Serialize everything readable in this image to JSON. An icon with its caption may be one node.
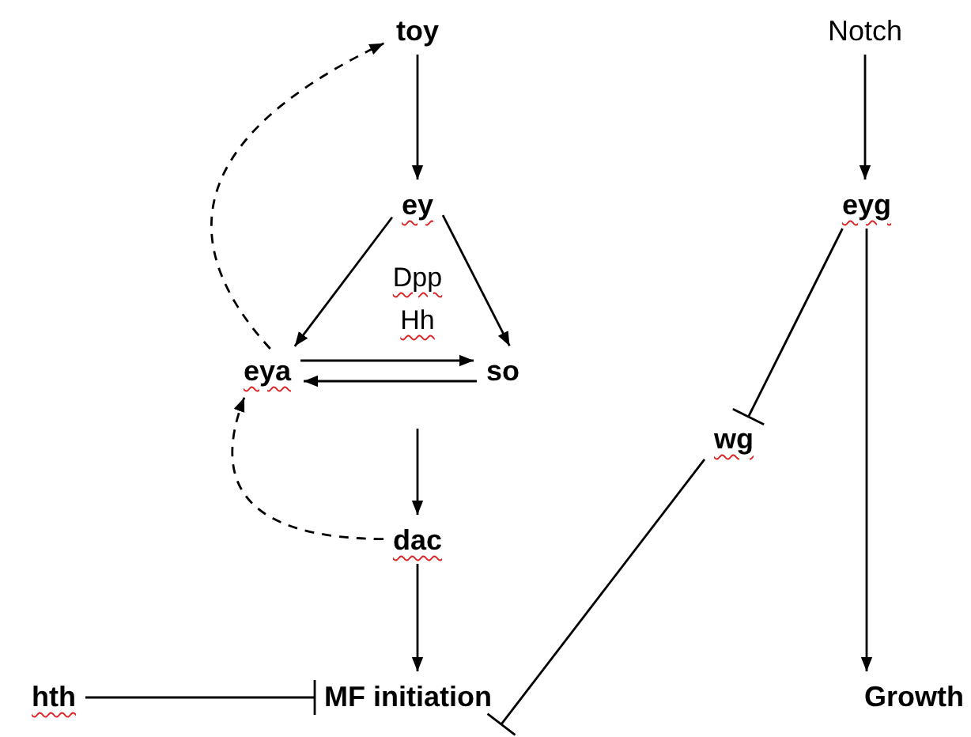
{
  "diagram": {
    "nodes": [
      {
        "text": [
          "toy"
        ]
      },
      {
        "text": [
          "ey"
        ]
      },
      {
        "text": [
          "eya"
        ]
      },
      {
        "text": [
          "so"
        ]
      },
      {
        "text": [
          "dac"
        ]
      },
      {
        "text": [
          "hth"
        ]
      },
      {
        "text": [
          "MF initiation"
        ]
      },
      {
        "text": [
          "Notch"
        ]
      },
      {
        "text": [
          "eyg"
        ]
      },
      {
        "text": [
          "wg"
        ]
      },
      {
        "text": [
          "Growth"
        ]
      }
    ],
    "edges": [
      {
        "from": 0,
        "to": 1,
        "arrow": "to"
      },
      {
        "from": 1,
        "to": 2,
        "arrow": "to"
      },
      {
        "from": 1,
        "to": 3,
        "arrow": "to"
      },
      {
        "from": 2,
        "to": 3,
        "arrow": "to"
      },
      {
        "from": 3,
        "to": 2,
        "arrow": "to"
      },
      {
        "from": 2,
        "to": 0,
        "arrow": "to",
        "style": "dashed"
      },
      {
        "from": null,
        "to": 4,
        "arrow": "to"
      },
      {
        "from": 4,
        "to": 2,
        "arrow": "to",
        "style": "dashed"
      },
      {
        "from": 4,
        "to": 6,
        "arrow": "to"
      },
      {
        "from": 5,
        "to": 6,
        "arrow": "other"
      },
      {
        "from": 7,
        "to": 8,
        "arrow": "to"
      },
      {
        "from": 8,
        "to": 9,
        "arrow": "other"
      },
      {
        "from": 8,
        "to": 10,
        "arrow": "to"
      },
      {
        "from": 9,
        "to": 6,
        "arrow": "other"
      }
    ],
    "labels": [
      "Dpp",
      "Hh"
    ]
  }
}
